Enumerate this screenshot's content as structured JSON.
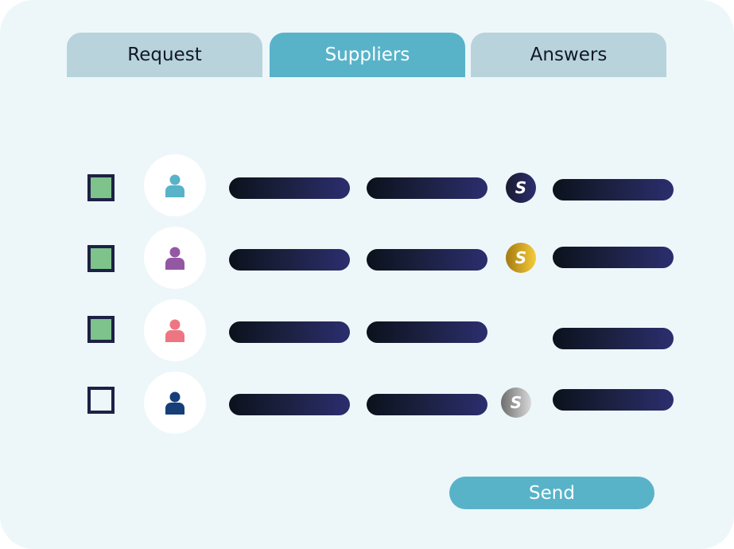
{
  "tabs": [
    {
      "label": "Request",
      "active": false
    },
    {
      "label": "Suppliers",
      "active": true
    },
    {
      "label": "Answers",
      "active": false
    }
  ],
  "suppliers": [
    {
      "checked": true,
      "avatar_color": "#58b3c9",
      "badge": "gold-dark",
      "badge_glyph": "S"
    },
    {
      "checked": true,
      "avatar_color": "#9458a3",
      "badge": "gold",
      "badge_glyph": "S"
    },
    {
      "checked": true,
      "avatar_color": "#ee7582",
      "badge": null,
      "badge_glyph": ""
    },
    {
      "checked": false,
      "avatar_color": "#163f7a",
      "badge": "silver",
      "badge_glyph": "S"
    }
  ],
  "send_button": {
    "label": "Send"
  },
  "colors": {
    "accent": "#58b3c9",
    "tab_inactive": "#b8d3db",
    "checkbox_fill": "#7dc38b",
    "checkbox_border": "#1d2145",
    "badge_dark": "#1f2245",
    "badge_gold": "#c8961c",
    "badge_silver": "#8a8a8a"
  }
}
